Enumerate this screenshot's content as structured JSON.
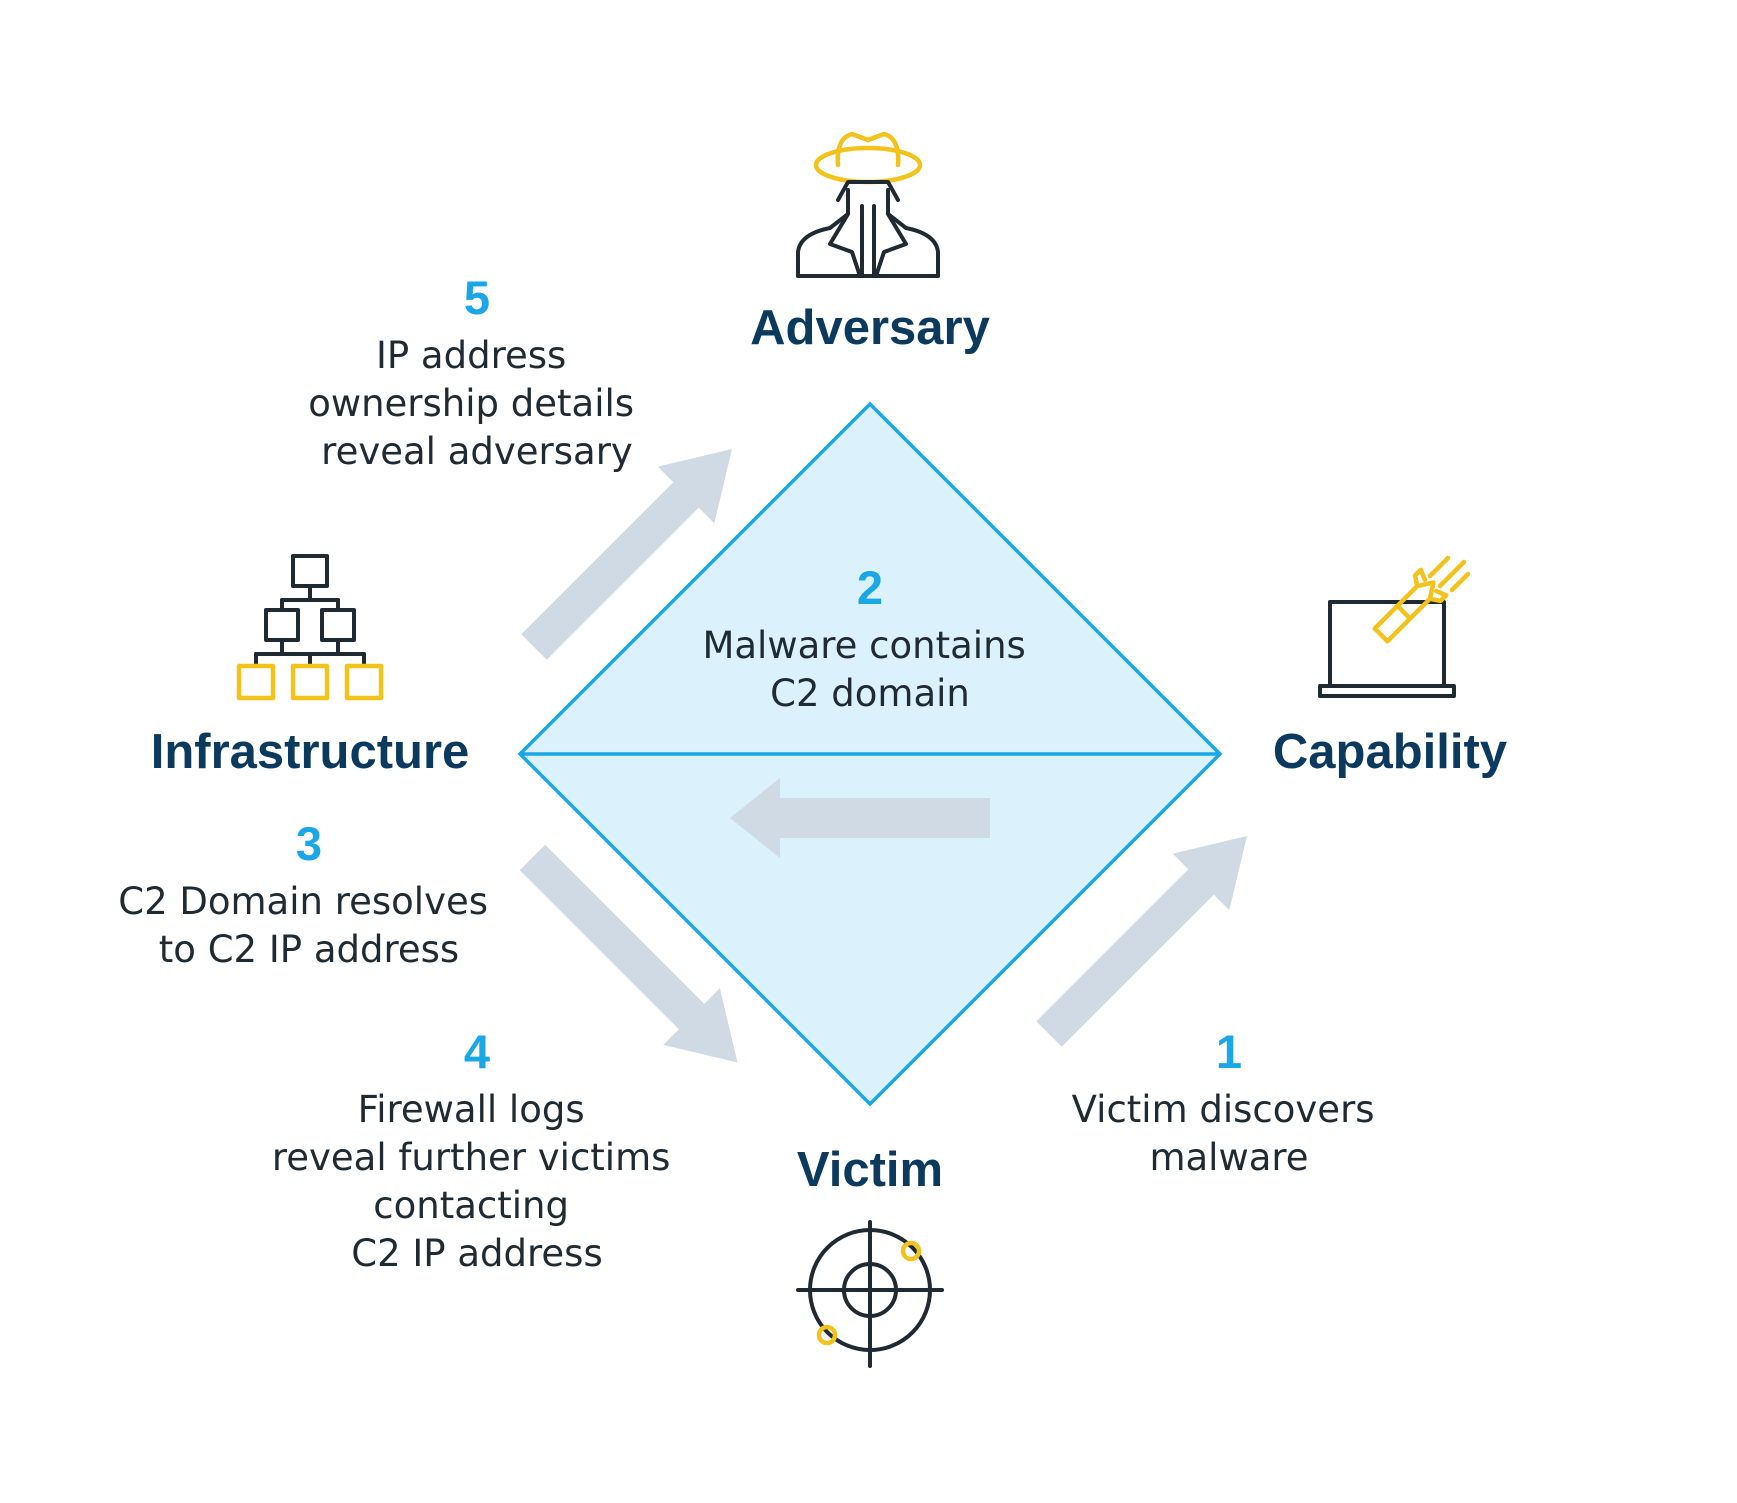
{
  "nodes": {
    "adversary": {
      "label": "Adversary",
      "icon": "spy-hat-icon"
    },
    "infrastructure": {
      "label": "Infrastructure",
      "icon": "network-hierarchy-icon"
    },
    "capability": {
      "label": "Capability",
      "icon": "laptop-missile-icon"
    },
    "victim": {
      "label": "Victim",
      "icon": "crosshair-target-icon"
    }
  },
  "steps": [
    {
      "number": "1",
      "lines": [
        "Victim discovers",
        "malware"
      ]
    },
    {
      "number": "2",
      "lines": [
        "Malware contains",
        "C2 domain"
      ]
    },
    {
      "number": "3",
      "lines": [
        "C2 Domain resolves",
        "to C2 IP address"
      ]
    },
    {
      "number": "4",
      "lines": [
        "Firewall logs",
        "reveal further victims",
        "contacting",
        "C2 IP address"
      ]
    },
    {
      "number": "5",
      "lines": [
        "IP address",
        "ownership details",
        "reveal adversary"
      ]
    }
  ],
  "colors": {
    "diamond_fill": "#dbf1fb",
    "diamond_stroke": "#1aa7e8",
    "label_navy": "#0c3a5e",
    "step_number_blue": "#1aa7e8",
    "arrow_gray": "#cfdae5",
    "icon_dark": "#1f2a33",
    "icon_yellow": "#f3c21b"
  }
}
